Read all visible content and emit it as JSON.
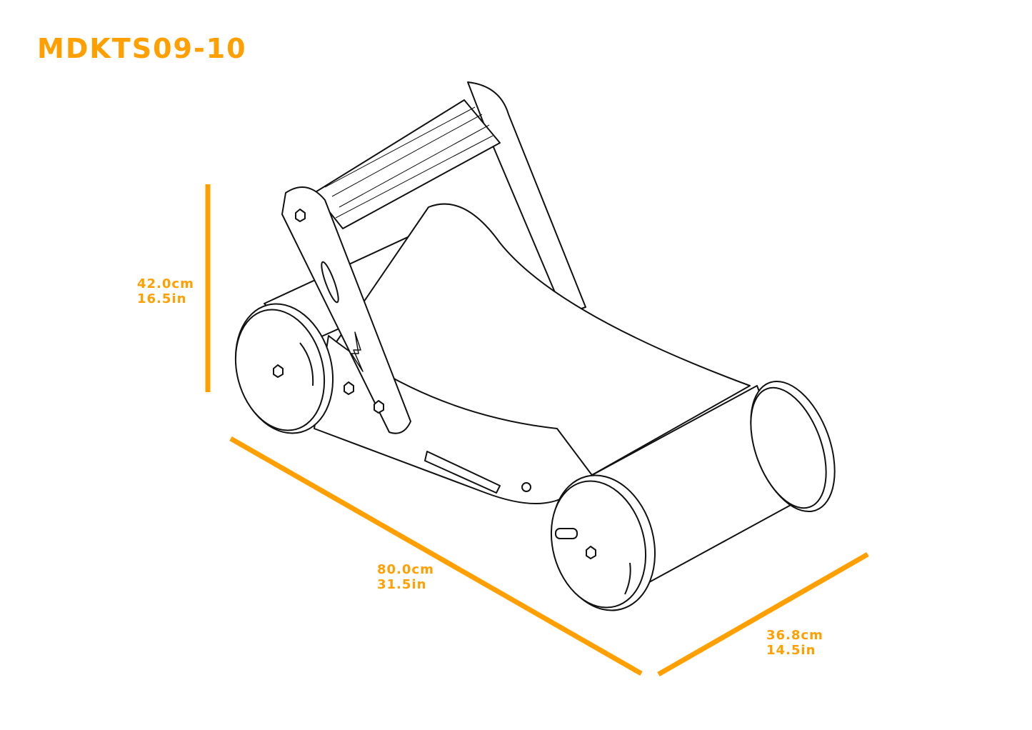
{
  "title": "MDKTS09-10",
  "accent_color": "#FFA000",
  "dimensions": {
    "height": {
      "cm": "42.0cm",
      "in": "16.5in"
    },
    "length": {
      "cm": "80.0cm",
      "in": "31.5in"
    },
    "width": {
      "cm": "36.8cm",
      "in": "14.5in"
    }
  }
}
